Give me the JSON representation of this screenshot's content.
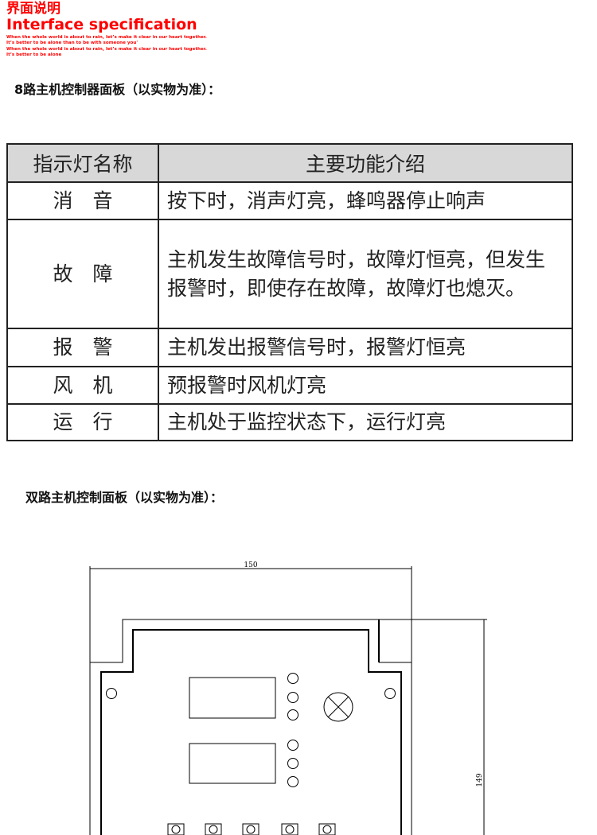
{
  "header": {
    "title_cn": "界面说明",
    "title_en": "Interface specification",
    "lines": [
      "When the whole world is about to rain, let’s make it clear in our heart together.",
      "It’s better to be alone than to be with someone you'",
      "When the whole world is about to rain, let’s make it clear in our heart together.",
      "It’s better to be alone"
    ]
  },
  "section1": "8路主机控制器面板（以实物为准）：",
  "table": {
    "headers": [
      "指示灯名称",
      "主要功能介绍"
    ],
    "rows": [
      {
        "name": "消　音",
        "desc": "按下时，消声灯亮，蜂鸣器停止响声"
      },
      {
        "name": "故　障",
        "desc": "主机发生故障信号时，故障灯恒亮，但发生报警时，即使存在故障，故障灯也熄灭。"
      },
      {
        "name": "报　警",
        "desc": "主机发出报警信号时，报警灯恒亮"
      },
      {
        "name": "风　机",
        "desc": "预报警时风机灯亮"
      },
      {
        "name": "运　行",
        "desc": "主机处于监控状态下，运行灯亮"
      }
    ]
  },
  "section2": "双路主机控制面板（以实物为准）：",
  "drawing": {
    "width_label": "150",
    "height_label": "149"
  }
}
